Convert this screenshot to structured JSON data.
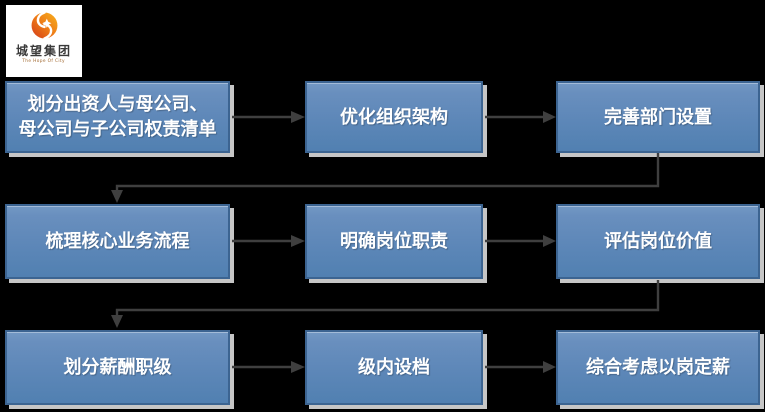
{
  "logo": {
    "company_name": "城望集团",
    "tagline": "The Hope Of City"
  },
  "flow": {
    "steps": [
      {
        "id": 1,
        "label": "划分出资人与母公司、\n母公司与子公司权责清单"
      },
      {
        "id": 2,
        "label": "优化组织架构"
      },
      {
        "id": 3,
        "label": "完善部门设置"
      },
      {
        "id": 4,
        "label": "梳理核心业务流程"
      },
      {
        "id": 5,
        "label": "明确岗位职责"
      },
      {
        "id": 6,
        "label": "评估岗位价值"
      },
      {
        "id": 7,
        "label": "划分薪酬职级"
      },
      {
        "id": 8,
        "label": "级内设档"
      },
      {
        "id": 9,
        "label": "综合考虑以岗定薪"
      }
    ],
    "sequence": "1 → 2 → 3 → 4 → 5 → 6 → 7 → 8 → 9"
  },
  "colors": {
    "background": "#000000",
    "box_fill_top": "#7398C4",
    "box_fill_bottom": "#5180B1",
    "box_border": "#3C6491",
    "box_shadow": "#C6C6C6",
    "box_text": "#FFFFFF",
    "connector": "#3F3F3F",
    "logo_background": "#FFFFFF",
    "logo_orange_light": "#F7B21E",
    "logo_orange_dark": "#D23A1A",
    "logo_text": "#3A3A3A",
    "logo_tagline": "#A26A32"
  }
}
